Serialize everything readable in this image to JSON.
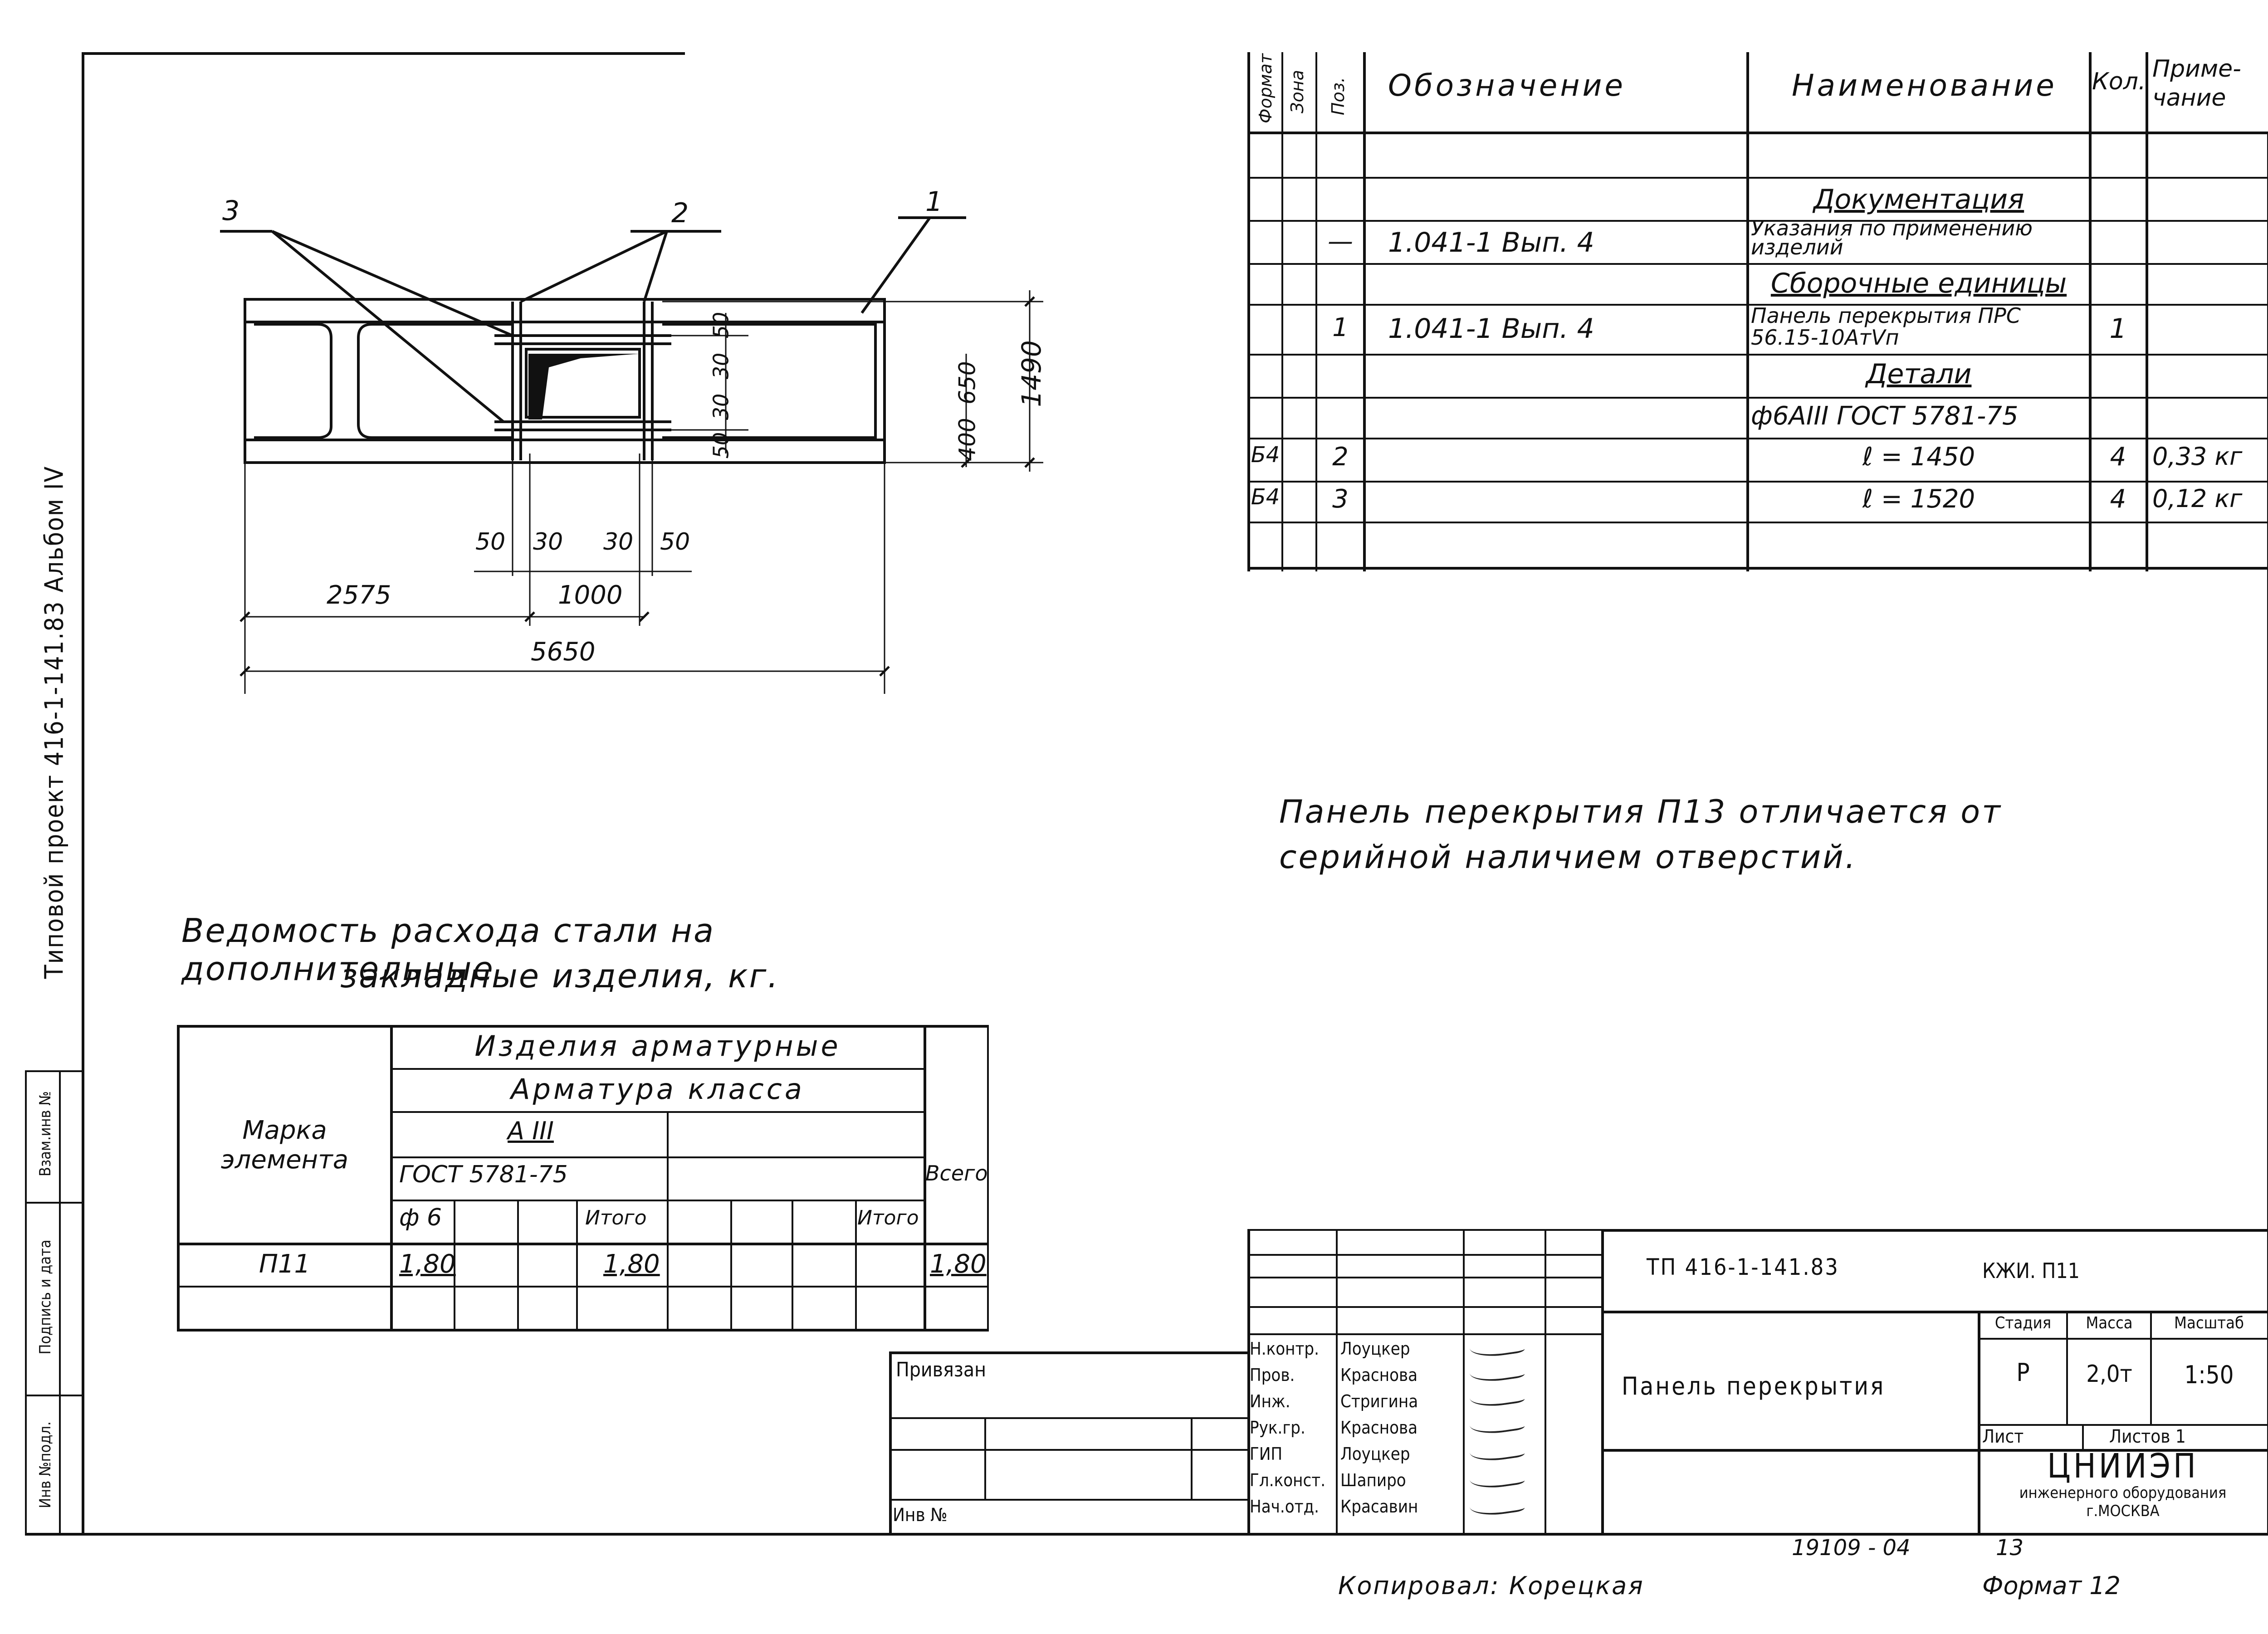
{
  "album_caption": "Типовой проект 416-1-141.83  Альбом IV",
  "left_strip": [
    "Инв №подл.",
    "Подпись и дата",
    "Взам.инв №"
  ],
  "spec": {
    "headers": {
      "format": "Формат",
      "zone": "Зона",
      "pos": "Поз.",
      "designation": "Обозначение",
      "name": "Наименование",
      "qty": "Кол.",
      "note": "Приме-чание"
    },
    "rows": [
      {
        "format": "",
        "zone": "",
        "pos": "",
        "designation": "",
        "name": "Документация",
        "qty": "",
        "note": ""
      },
      {
        "format": "",
        "zone": "",
        "pos": "—",
        "designation": "1.041-1   Вып. 4",
        "name": "Указания по применению изделий",
        "qty": "",
        "note": ""
      },
      {
        "format": "",
        "zone": "",
        "pos": "",
        "designation": "",
        "name": "Сборочные единицы",
        "qty": "",
        "note": ""
      },
      {
        "format": "",
        "zone": "",
        "pos": "1",
        "designation": "1.041-1  Вып. 4",
        "name": "Панель перекрытия ПРС 56.15-10AтVп",
        "qty": "1",
        "note": ""
      },
      {
        "format": "",
        "zone": "",
        "pos": "",
        "designation": "",
        "name": "Детали",
        "qty": "",
        "note": ""
      },
      {
        "format": "",
        "zone": "",
        "pos": "",
        "designation": "",
        "name": "ф6АIII ГОСТ 5781-75",
        "qty": "",
        "note": ""
      },
      {
        "format": "Б4",
        "zone": "",
        "pos": "2",
        "designation": "",
        "name": "ℓ = 1450",
        "qty": "4",
        "note": "0,33 кг"
      },
      {
        "format": "Б4",
        "zone": "",
        "pos": "3",
        "designation": "",
        "name": "ℓ = 1520",
        "qty": "4",
        "note": "0,12 кг"
      }
    ]
  },
  "drawing": {
    "leaders": [
      "3",
      "2",
      "1"
    ],
    "dims": {
      "h1": "50",
      "h2": "30",
      "h3": "30",
      "h4": "50",
      "top_h": [
        "50",
        "30",
        "30",
        "50"
      ],
      "v_right": [
        "400",
        "650"
      ],
      "v_total": "1490",
      "d2575": "2575",
      "d1000": "1000",
      "d5650": "5650",
      "vert_small": [
        "50",
        "30",
        "30",
        "50"
      ]
    }
  },
  "note_text": "Панель перекрытия П13 отличается от серийной наличием отверстий.",
  "steel_table": {
    "title_line1": "Ведомость расхода стали на дополнительные",
    "title_line2": "закладные изделия, кг.",
    "col_mark": "Марка элемента",
    "head1": "Изделия арматурные",
    "head2": "Арматура класса",
    "head3": "А III",
    "head4": "ГОСТ 5781-75",
    "phi": "ф 6",
    "itogo1": "Итого",
    "itogo2": "Итого",
    "vsego": "Всего",
    "row_mark": "П11",
    "row_phi": "1,80",
    "row_itogo": "1,80",
    "row_vsego": "1,80"
  },
  "title_block": {
    "privyazan": "Привязан",
    "inv": "Инв №",
    "code": "ТП  416-1-141.83",
    "sheet_code": "КЖИ. П11",
    "title": "Панель перекрытия",
    "stage_h": "Стадия",
    "mass_h": "Масса",
    "scale_h": "Масштаб",
    "stage": "Р",
    "mass": "2,0т",
    "scale": "1:50",
    "sheet": "Лист",
    "sheets": "Листов 1",
    "org1": "ЦНИИЭП",
    "org2": "инженерного оборудования",
    "org3": "г.МОСКВА",
    "roles": [
      "Н.контр.",
      "Пров.",
      "Инж.",
      "Рук.гр.",
      "ГИП",
      "Гл.конст.",
      "Нач.отд."
    ],
    "names": [
      "Лоуцкер",
      "Краснова",
      "Стригина",
      "Краснова",
      "Лоуцкер",
      "Шапиро",
      "Красавин"
    ]
  },
  "footer": {
    "number": "19109 - 04",
    "page": "13",
    "copied": "Копировал: Корецкая",
    "format": "Формат 12"
  }
}
